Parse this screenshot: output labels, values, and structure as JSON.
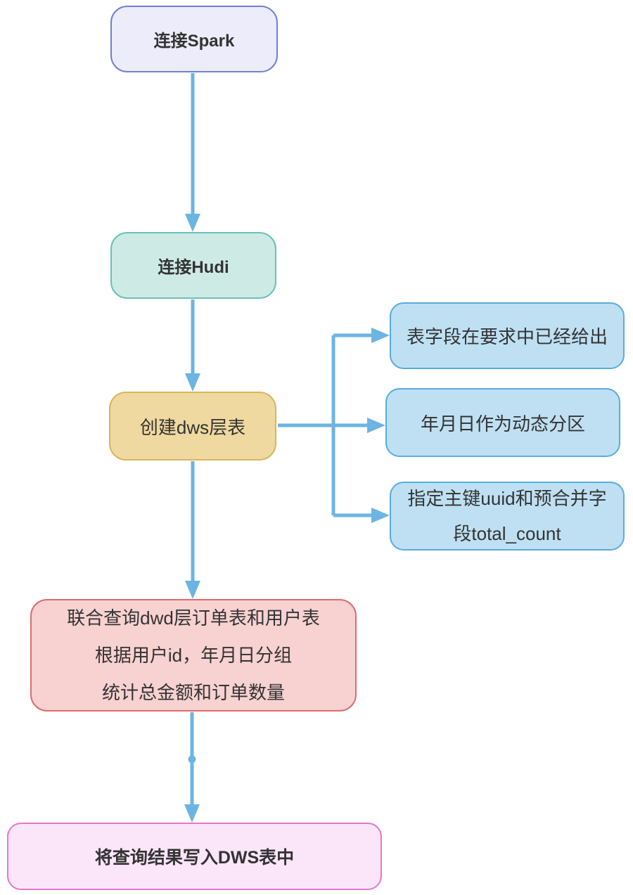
{
  "palette": {
    "arrow": "#6CB4E4",
    "text": "#333333",
    "spark_fill": "#ECECFA",
    "spark_border": "#7080D5",
    "hudi_fill": "#CEEAE5",
    "hudi_border": "#69C1B9",
    "dws_fill": "#EFD9A0",
    "dws_border": "#D9B55C",
    "note_fill": "#BFE0F3",
    "note_border": "#58ACDF",
    "query_fill": "#F8D1D1",
    "query_border": "#DF6B6B",
    "write_fill": "#FBE5F9",
    "write_border": "#E377CD"
  },
  "nodes": {
    "spark": {
      "label": "连接Spark"
    },
    "hudi": {
      "label": "连接Hudi"
    },
    "dws": {
      "label": "创建dws层表"
    },
    "note_fields": {
      "label": "表字段在要求中已经给出"
    },
    "note_partition": {
      "label": "年月日作为动态分区"
    },
    "note_key": {
      "line1": "指定主键uuid和预合并字",
      "line2": "段total_count"
    },
    "query": {
      "line1": "联合查询dwd层订单表和用户表",
      "line2": "根据用户id，年月日分组",
      "line3": "统计总金额和订单数量"
    },
    "write": {
      "label": "将查询结果写入DWS表中"
    }
  },
  "edges": [
    {
      "from": "spark",
      "to": "hudi"
    },
    {
      "from": "hudi",
      "to": "dws"
    },
    {
      "from": "dws",
      "to": "note_fields"
    },
    {
      "from": "dws",
      "to": "note_partition"
    },
    {
      "from": "dws",
      "to": "note_key"
    },
    {
      "from": "dws",
      "to": "query"
    },
    {
      "from": "query",
      "to": "write"
    }
  ]
}
